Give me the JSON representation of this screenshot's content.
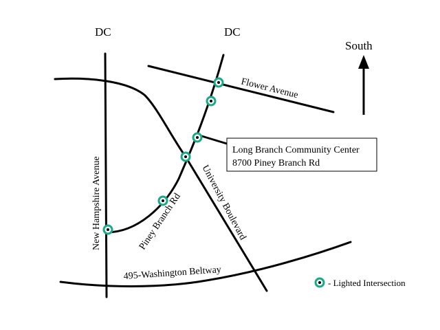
{
  "labels": {
    "dc_left": "DC",
    "dc_right": "DC",
    "south": "South",
    "flower_avenue": "Flower Avenue",
    "new_hampshire": "New Hampshire Avenue",
    "piney_branch": "Piney Branch Rd",
    "university_blvd": "University Boulevard",
    "beltway": "495-Washington Beltway",
    "community_center_line1": "Long Branch Community Center",
    "community_center_line2": "8700 Piney Branch Rd",
    "legend_text": "- Lighted Intersection"
  },
  "colors": {
    "lighted_ring": "#1aa886",
    "road": "#000000",
    "background": "#ffffff"
  },
  "icons": {
    "north_arrow": "arrow-up-icon",
    "lighted_intersection": "ring-marker-icon"
  }
}
